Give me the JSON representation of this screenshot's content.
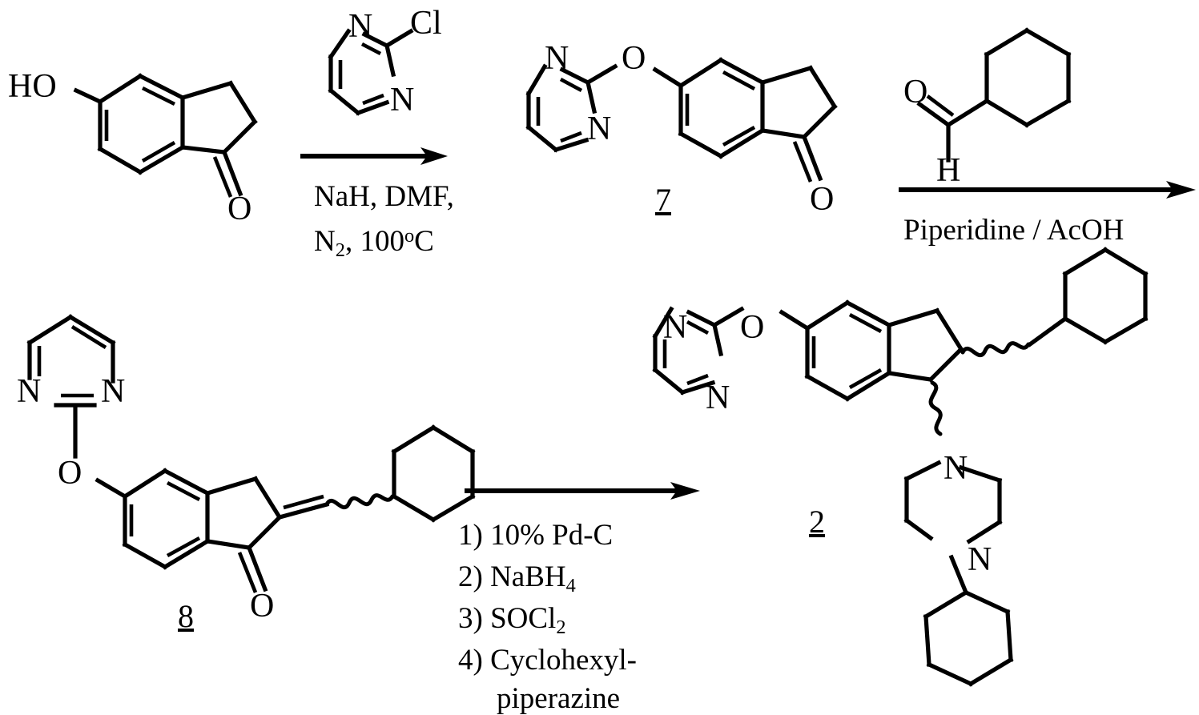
{
  "scheme": {
    "title": "Synthesis of compound 2 from 5-hydroxy-1-indanone",
    "ink_color": "#000000",
    "background_color": "#ffffff"
  },
  "row1": {
    "reactant": {
      "name": "5-hydroxy-1-indanone",
      "labels": {
        "hydroxyl": "HO",
        "ketone_oxygen": "O"
      }
    },
    "reagent_above": {
      "name": "2-chloropyrimidine",
      "labels": {
        "n_top": "N",
        "n_bottom": "N",
        "chloro": "Cl"
      }
    },
    "arrow1": {
      "conditions_lines": [
        "NaH, DMF,",
        "N2, 100oC"
      ],
      "condition_line1": "NaH, DMF,",
      "condition_line2_prefix": "N",
      "condition_line2_sub": "2",
      "condition_line2_mid": ", 100",
      "condition_line2_sup": "o",
      "condition_line2_suffix": "C"
    },
    "product7": {
      "compound_number": "7",
      "name": "5-(pyrimidin-2-yloxy)-1-indanone",
      "labels": {
        "n_top": "N",
        "n_bottom": "N",
        "ether_oxygen": "O",
        "ketone_oxygen": "O"
      }
    },
    "reagent_above_2": {
      "name": "cyclohexanecarboxaldehyde",
      "labels": {
        "carbonyl_oxygen": "O",
        "aldehyde_hydrogen": "H"
      }
    },
    "arrow2": {
      "conditions_lines": [
        "Piperidine / AcOH"
      ],
      "condition_line1": "Piperidine / AcOH"
    }
  },
  "row2": {
    "compound8": {
      "compound_number": "8",
      "name": "2-(cyclohexylmethylene)-5-(pyrimidin-2-yloxy)-1-indanone",
      "labels": {
        "n_left": "N",
        "n_right": "N",
        "ether_oxygen": "O",
        "ketone_oxygen": "O"
      },
      "stereo_note": "wavy bond to cyclohexyl (undefined E/Z)"
    },
    "arrow3": {
      "conditions_lines": [
        "1) 10% Pd-C",
        "2) NaBH4",
        "3) SOCl2",
        "4) Cyclohexyl-",
        "piperazine"
      ],
      "step1": "1) 10% Pd-C",
      "step2_text": "2) NaBH",
      "step2_sub": "4",
      "step3_text": "3) SOCl",
      "step3_sub": "2",
      "step4": "4) Cyclohexyl-",
      "step4_cont": "piperazine"
    },
    "product2": {
      "compound_number": "2",
      "name": "1-(4-cyclohexylpiperazin-1-yl)-2-(cyclohexylmethyl)-5-(pyrimidin-2-yloxy)indane",
      "labels": {
        "n_top": "N",
        "n_bottom": "N",
        "ether_oxygen": "O",
        "piperazine_n_upper": "N",
        "piperazine_n_lower": "N"
      },
      "stereo_note": "wavy bonds at C1 and C2 (undefined stereochemistry)"
    }
  }
}
